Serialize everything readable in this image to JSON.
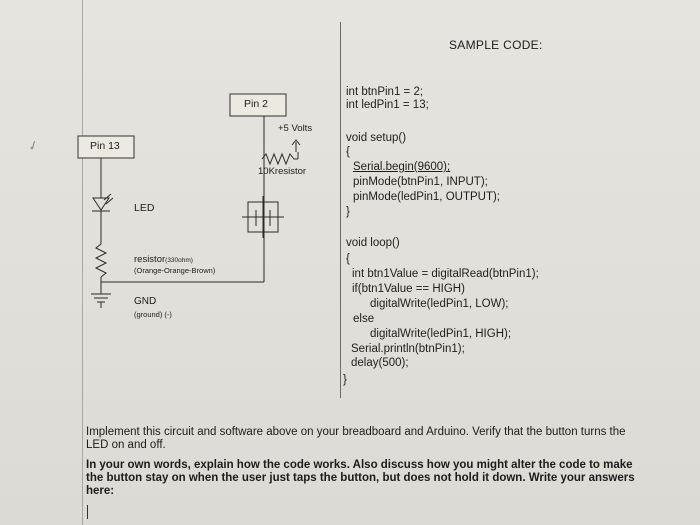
{
  "header": {
    "title": "SAMPLE CODE:"
  },
  "circuit": {
    "pin2_label": "Pin 2",
    "pin13_label": "Pin 13",
    "volts_label": "+5 Volts",
    "resistor10k_label": "10Kresistor",
    "led_label": "LED",
    "resistor_label": "resistor",
    "resistor_value": "(330ohm)",
    "resistor_colors": "(Orange-Orange-Brown)",
    "gnd_label": "GND",
    "ground_label": "(ground) (-)"
  },
  "code": {
    "line1": "int btnPin1 = 2;",
    "line2": "int ledPin1 = 13;",
    "setup_sig": "void setup()",
    "brace_open1": "{",
    "setup1": "Serial.begin(9600);",
    "setup2": "pinMode(btnPin1, INPUT);",
    "setup3": "pinMode(ledPin1, OUTPUT);",
    "brace_close1": "}",
    "loop_sig": "void loop()",
    "brace_open2": "{",
    "loop1": "int btn1Value = digitalRead(btnPin1);",
    "loop2": "if(btn1Value == HIGH)",
    "loop3": "digitalWrite(ledPin1, LOW);",
    "loop4": "else",
    "loop5": "digitalWrite(ledPin1, HIGH);",
    "loop6": "Serial.println(btnPin1);",
    "loop7": "delay(500);",
    "brace_close2": "}"
  },
  "instructions": {
    "para1": "Implement this circuit and software above on your breadboard and Arduino.  Verify that the button turns the LED on and off.",
    "para2": "In your own words, explain how the code works. Also discuss how you might alter the code to make the button stay on when the user just taps the button, but does not hold it down. Write your answers here:"
  }
}
